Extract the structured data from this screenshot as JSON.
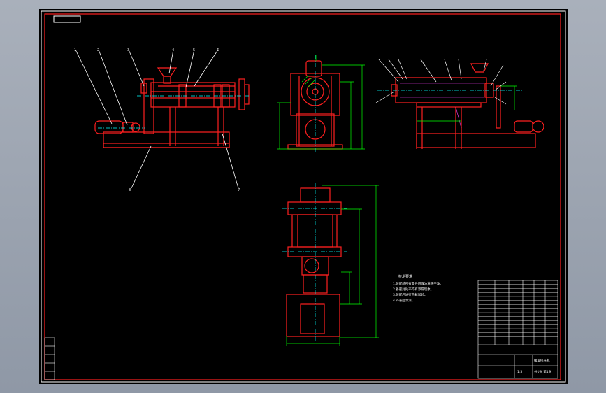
{
  "title_box": {
    "label": ""
  },
  "tech_requirements": {
    "heading": "技术要求",
    "items": [
      "1.装配前所有零件用煤油清洗干净。",
      "2.各密封处不得有渗漏现象。",
      "3.装配后进行空载试验。",
      "4.外表面涂漆。"
    ]
  },
  "title_block": {
    "drawing_name": "螺旋挤压机",
    "scale": "1:5",
    "sheet": "共1张 第1张",
    "part_rows": 16
  },
  "colors": {
    "background": "#000000",
    "frame": "#ff0000",
    "geometry": "#ff0000",
    "dimensions": "#00ff00",
    "leaders": "#ffffff",
    "centerlines": "#00ffff",
    "hatch": "#ff00ff",
    "window": "#9ea6b2"
  }
}
